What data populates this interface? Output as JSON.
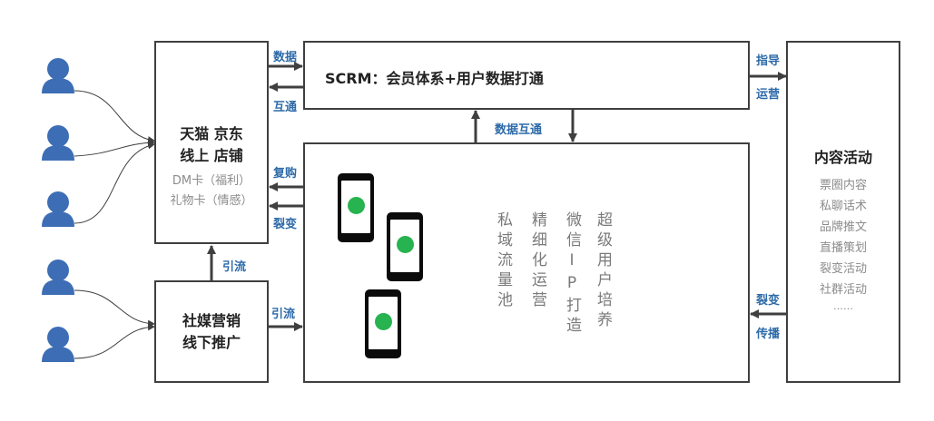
{
  "tmall_box": {
    "line1": "天猫 京东",
    "line2": "线上 店铺",
    "sub1": "DM卡（福利）",
    "sub2": "礼物卡（情感）"
  },
  "social_box": {
    "line1": "社媒营销",
    "line2": "线下推广"
  },
  "scrm_box": {
    "title": "SCRM：会员体系+用户数据打通"
  },
  "content_box": {
    "title": "内容活动",
    "items": [
      "票圈内容",
      "私聊话术",
      "品牌推文",
      "直播策划",
      "裂变活动",
      "社群活动",
      "……"
    ]
  },
  "pool_columns": [
    "私域流量池",
    "精细化运营",
    "微信IP打造",
    "超级用户培养"
  ],
  "labels": {
    "data_top": "数据",
    "mutual": "互通",
    "repurchase": "复购",
    "fission_left": "裂变",
    "traffic_up": "引流",
    "traffic_right": "引流",
    "data_mutual": "数据互通",
    "guide": "指导",
    "operate": "运营",
    "fission_right": "裂变",
    "spread": "传播"
  },
  "colors": {
    "person": "#3d6eb5",
    "label": "#2d6aa8",
    "border": "#3f3f3f",
    "wechat": "#27b34f"
  }
}
